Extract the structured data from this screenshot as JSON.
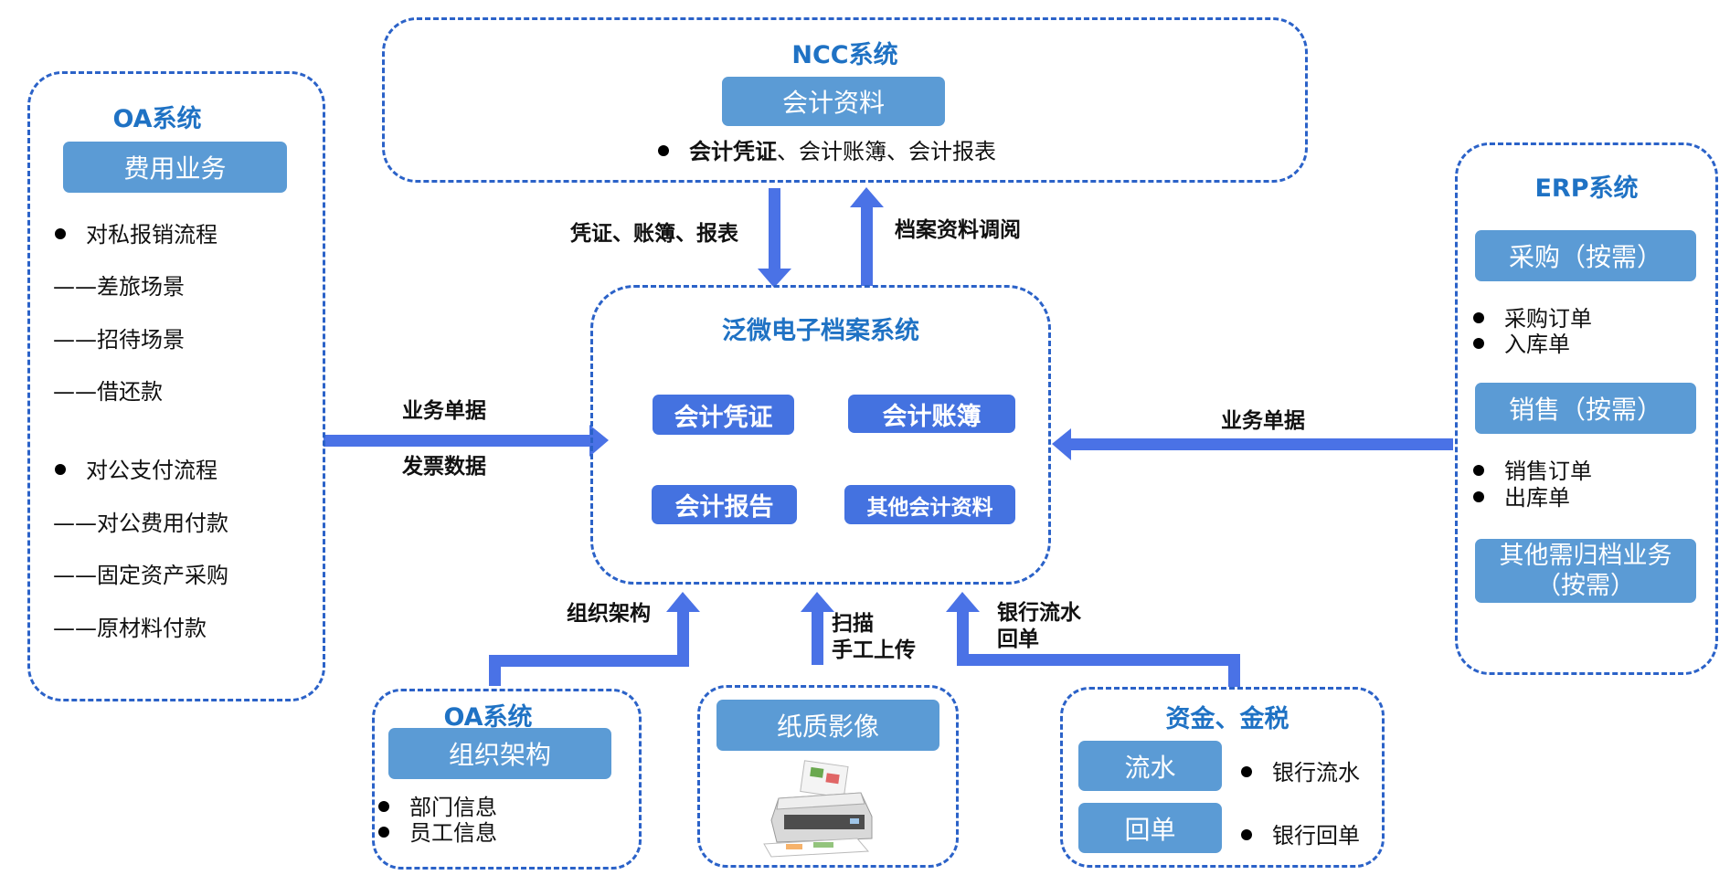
{
  "colors": {
    "dash": "#2b62c8",
    "title": "#1f72c4",
    "pill": "#5b9bd5",
    "pill_bold": "#4472e0",
    "arrow": "#4a72e6"
  },
  "ncc": {
    "title": "NCC系统",
    "pill": "会计资料",
    "line_bold": "会计凭证",
    "line_rest": "、会计账簿、会计报表"
  },
  "oa_left": {
    "title": "OA系统",
    "pill": "费用业务",
    "flow1": "对私报销流程",
    "sub1": [
      "——差旅场景",
      "——招待场景",
      "——借还款"
    ],
    "flow2": "对公支付流程",
    "sub2": [
      "——对公费用付款",
      "——固定资产采购",
      "——原材料付款"
    ]
  },
  "center": {
    "title": "泛微电子档案系统",
    "items": [
      "会计凭证",
      "会计账簿",
      "会计报告",
      "其他会计资料"
    ]
  },
  "erp": {
    "title": "ERP系统",
    "purchase": "采购（按需）",
    "purchase_items": [
      "采购订单",
      "入库单"
    ],
    "sales": "销售（按需）",
    "sales_items": [
      "销售订单",
      "出库单"
    ],
    "other_line1": "其他需归档业务",
    "other_line2": "（按需）"
  },
  "oa_bottom": {
    "title": "OA系统",
    "pill": "组织架构",
    "items": [
      "部门信息",
      "员工信息"
    ]
  },
  "paper": {
    "pill": "纸质影像",
    "icon": "scanner-icon"
  },
  "finance": {
    "title": "资金、金税",
    "pill1": "流水",
    "item1": "银行流水",
    "pill2": "回单",
    "item2": "银行回单"
  },
  "arrows": {
    "down_label": "凭证、账簿、报表",
    "up_label": "档案资料调阅",
    "left_label1": "业务单据",
    "left_label2": "发票数据",
    "right_label": "业务单据",
    "org_label": "组织架构",
    "scan_label1": "扫描",
    "scan_label2": "手工上传",
    "bank_label1": "银行流水",
    "bank_label2": "回单"
  }
}
